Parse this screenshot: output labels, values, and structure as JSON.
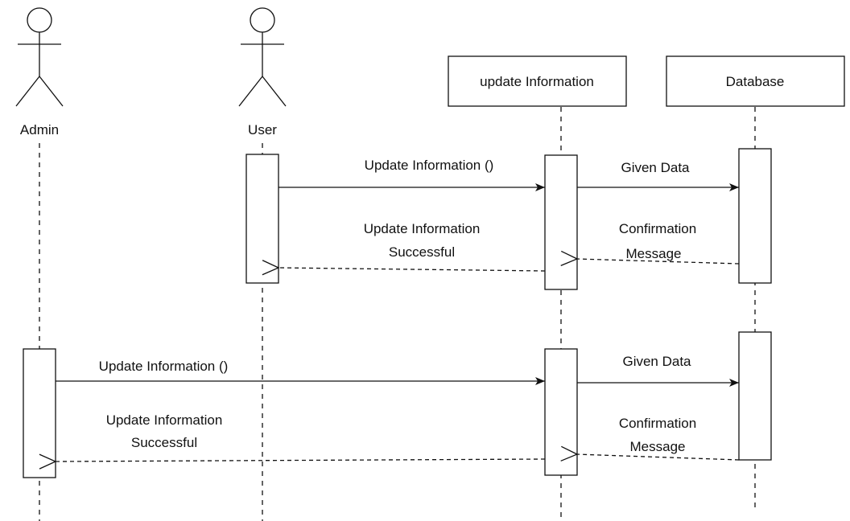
{
  "diagram": {
    "type": "sequence",
    "participants": [
      {
        "id": "admin",
        "kind": "actor",
        "label": "Admin"
      },
      {
        "id": "user",
        "kind": "actor",
        "label": "User"
      },
      {
        "id": "update",
        "kind": "object",
        "label": "update Information"
      },
      {
        "id": "database",
        "kind": "object",
        "label": "Database"
      }
    ],
    "messages": [
      {
        "from": "user",
        "to": "update",
        "style": "sync",
        "lines": [
          "Update  Information ()"
        ]
      },
      {
        "from": "update",
        "to": "database",
        "style": "sync",
        "lines": [
          "Given Data"
        ]
      },
      {
        "from": "database",
        "to": "update",
        "style": "return",
        "lines": [
          "Confirmation",
          "Message"
        ]
      },
      {
        "from": "update",
        "to": "user",
        "style": "return",
        "lines": [
          "Update Information",
          "Successful"
        ]
      },
      {
        "from": "admin",
        "to": "update",
        "style": "sync",
        "lines": [
          "Update  Information ()"
        ]
      },
      {
        "from": "update",
        "to": "database",
        "style": "sync",
        "lines": [
          "Given Data"
        ]
      },
      {
        "from": "database",
        "to": "update",
        "style": "return",
        "lines": [
          "Confirmation",
          "Message"
        ]
      },
      {
        "from": "update",
        "to": "admin",
        "style": "return",
        "lines": [
          "Update Information",
          "Successful"
        ]
      }
    ],
    "colors": {
      "stroke": "#111111",
      "fill": "#ffffff",
      "text": "#111111"
    }
  }
}
